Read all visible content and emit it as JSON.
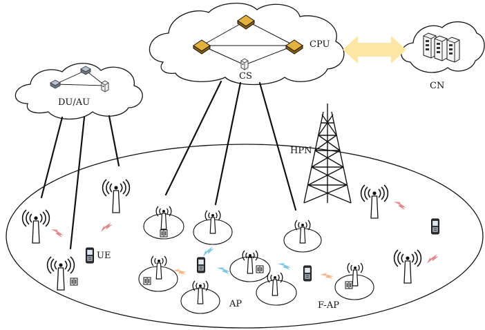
{
  "labels": {
    "du_au": "DU/AU",
    "cpu": "CPU",
    "cs": "CS",
    "cn": "CN",
    "hpn": "HPN",
    "ue": "UE",
    "ap": "AP",
    "f_ap": "F-AP"
  },
  "colors": {
    "cloud_fill": "#ffffff",
    "stroke": "#111111",
    "router_fill": "#c9950f",
    "router_top": "#e3b23c",
    "bidirectional_arrow": "#fbe7a3",
    "link_red": "#e0898a",
    "link_blue": "#7dc6e2",
    "link_orange": "#f6b88a"
  },
  "icons": {
    "antenna": "antenna-icon",
    "phone": "phone-icon",
    "router": "router-icon",
    "server": "server-icon",
    "tower": "tower-icon",
    "cache": "cache-icon"
  }
}
